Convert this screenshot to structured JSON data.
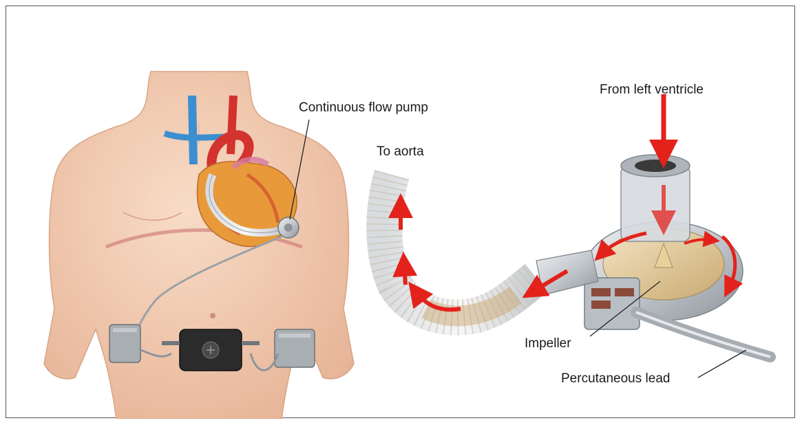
{
  "labels": {
    "continuous_flow_pump": "Continuous flow pump",
    "from_left_ventricle": "From left ventricle",
    "to_aorta": "To aorta",
    "impeller": "Impeller",
    "percutaneous_lead": "Percutaneous lead"
  },
  "colors": {
    "skin": "#f2c9ad",
    "blood_flow_arrow": "#e3221c",
    "device_metal": "#b9bec4",
    "controller": "#2b2b2b"
  }
}
